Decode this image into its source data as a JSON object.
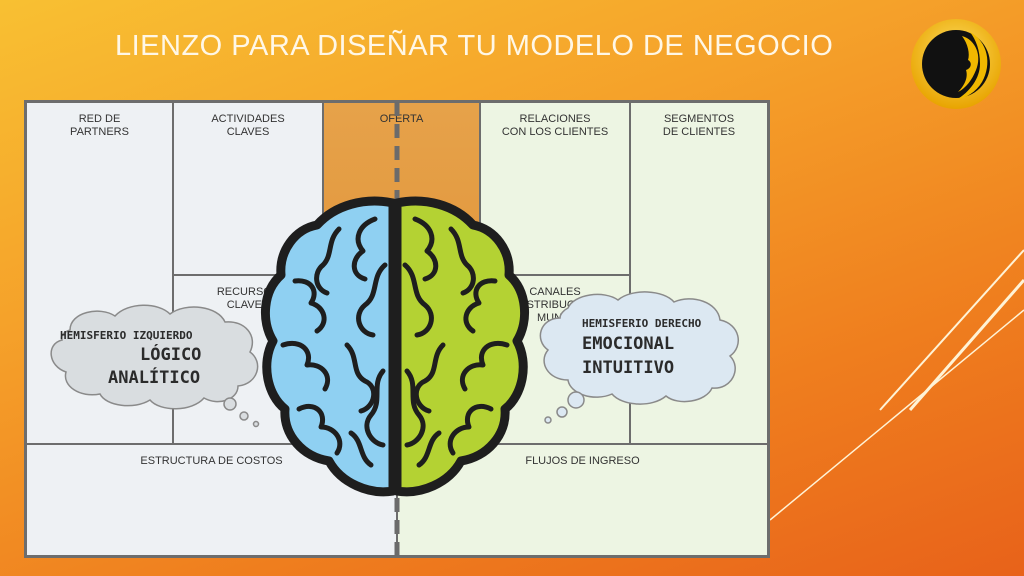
{
  "slide": {
    "title": "LIENZO PARA DISEÑAR TU MODELO DE NEGOCIO"
  },
  "canvas": {
    "cells": {
      "partners": "RED DE\nPARTNERS",
      "actividades": "ACTIVIDADES\nCLAVES",
      "oferta": "OFERTA",
      "relaciones": "RELACIONES\nCON LOS CLIENTES",
      "segmentos": "SEGMENTOS\nDE CLIENTES",
      "recursos": "RECURSOS\nCLAVES",
      "canales": "CANALES\nDISTRIBUCIÓN\nMUNIC",
      "costos": "ESTRUCTURA DE COSTOS",
      "ingresos": "FLUJOS DE INGRESO"
    }
  },
  "bubbles": {
    "left": {
      "heading": "HEMISFERIO IZQUIERDO",
      "line1": "LÓGICO",
      "line2": "ANALÍTICO"
    },
    "right": {
      "heading": "HEMISFERIO DERECHO",
      "line1": "EMOCIONAL",
      "line2": "INTUITIVO"
    }
  },
  "colors": {
    "left_hemisphere": "#8fd0f2",
    "right_hemisphere": "#b4d233",
    "outline": "#1e1e1e",
    "bubble_fill": "#d9dde0",
    "bubble_fill_right": "#dce8f2"
  },
  "icons": {
    "logo": "woman-profile-logo-icon",
    "brain": "brain-icon"
  }
}
